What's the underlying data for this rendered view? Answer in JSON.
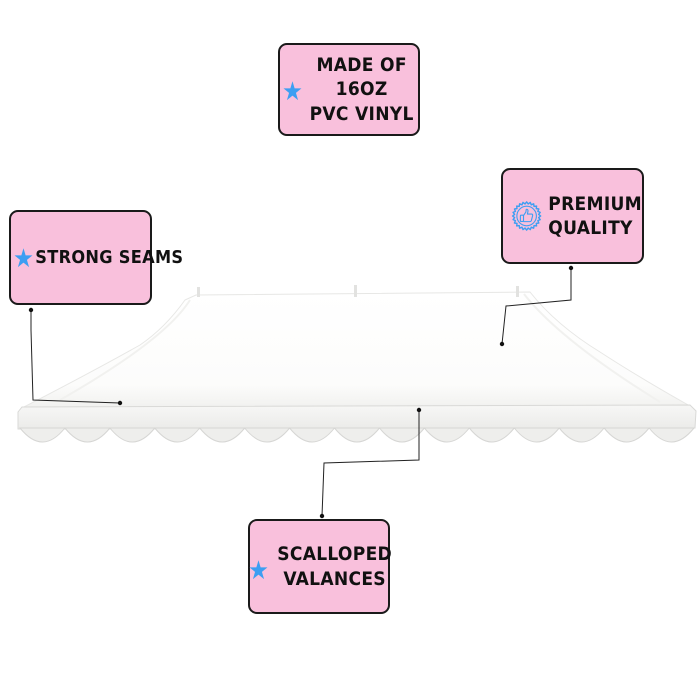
{
  "callouts": {
    "material": {
      "line1": "MADE OF 16OZ",
      "line2": "PVC VINYL"
    },
    "seams": {
      "label": "STRONG SEAMS"
    },
    "quality": {
      "line1": "PREMIUM",
      "line2": "QUALITY"
    },
    "valances": {
      "line1": "SCALLOPED",
      "line2": "VALANCES"
    }
  },
  "icons": {
    "bullet": "star-icon",
    "quality_badge": "thumbs-up-badge-icon"
  },
  "colors": {
    "callout_fill": "#f9c0dc",
    "callout_border": "#1a1a1a",
    "star": "#3d9ef2",
    "tent": "#ffffff",
    "tent_shadow": "#e6e6e4"
  }
}
